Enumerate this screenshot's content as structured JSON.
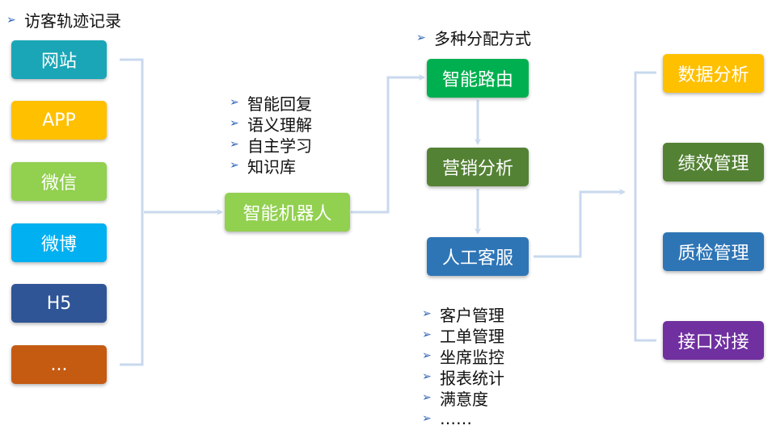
{
  "colors": {
    "connector": "#c9d9ee",
    "bullet": "#2e63b8",
    "teal": "#1aa6b7",
    "gold": "#ffc000",
    "lightgreen": "#92d050",
    "skyblue": "#00b0f0",
    "navy": "#2f5597",
    "orange": "#c55a11",
    "green": "#00b050",
    "olive": "#548235",
    "blue": "#2e75b6",
    "purple": "#7030a0"
  },
  "sources": {
    "heading": "访客轨迹记录",
    "items": [
      "网站",
      "APP",
      "微信",
      "微博",
      "H5",
      "..."
    ]
  },
  "robot": {
    "label": "智能机器人",
    "features": [
      "智能回复",
      "语义理解",
      "自主学习",
      "知识库"
    ]
  },
  "distribution": {
    "heading": "多种分配方式",
    "routing": "智能路由",
    "marketing": "营销分析",
    "human": "人工客服",
    "human_features": [
      "客户管理",
      "工单管理",
      "坐席监控",
      "报表统计",
      "满意度",
      "……"
    ]
  },
  "outputs": [
    "数据分析",
    "绩效管理",
    "质检管理",
    "接口对接"
  ],
  "icons": {
    "bullet": "chevron-arrow-icon"
  }
}
